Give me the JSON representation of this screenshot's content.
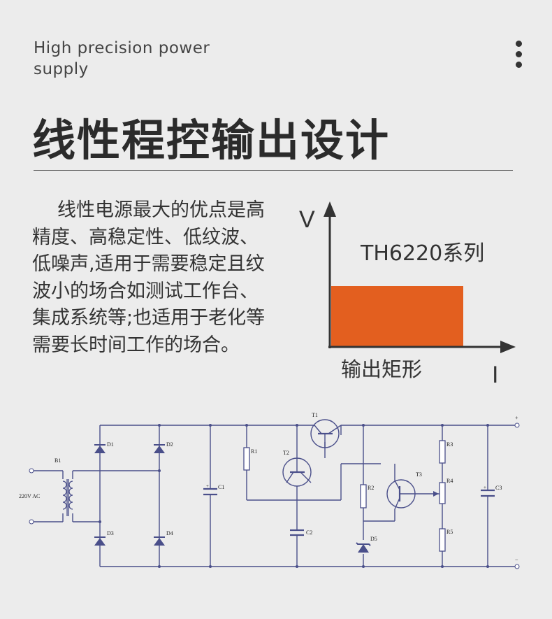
{
  "header": {
    "subtitle": "High precision power supply",
    "title": "线性程控输出设计"
  },
  "body_text": "线性电源最大的优点是高精度、高稳定性、低纹波、低噪声,适用于需要稳定且纹波小的场合如测试工作台、集成系统等;也适用于老化等需要长时间工作的场合。",
  "vi_diagram": {
    "y_label": "V",
    "x_label": "I",
    "series_label": "TH6220系列",
    "region_label": "输出矩形",
    "fill_color": "#e35f1f"
  },
  "circuit": {
    "input_label": "220V AC",
    "labels": {
      "transformer": "B1",
      "d1": "D1",
      "d2": "D2",
      "d3": "D3",
      "d4": "D4",
      "c1": "C1",
      "c2": "C2",
      "c3": "C3",
      "r1": "R1",
      "r2": "R2",
      "r3": "R3",
      "r4": "R4",
      "r5": "R5",
      "t1": "T1",
      "t2": "T2",
      "t3": "T3",
      "d5": "D5",
      "plus": "+",
      "minus": "−"
    }
  }
}
